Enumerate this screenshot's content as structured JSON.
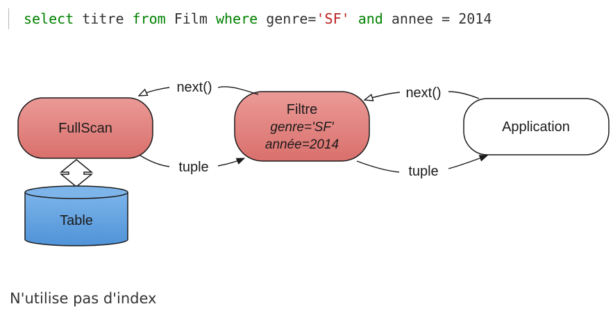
{
  "query": {
    "kw_select": "select",
    "t1": " titre ",
    "kw_from": "from",
    "t2": " Film ",
    "kw_where": "where",
    "t3": " genre=",
    "str_sf": "'SF'",
    "t4": " ",
    "kw_and": "and",
    "t5": " annee = 2014"
  },
  "diagram": {
    "nodes": {
      "fullscan": "FullScan",
      "table": "Table",
      "filtre": {
        "title": "Filtre",
        "line1": "genre='SF'",
        "line2": "année=2014"
      },
      "application": "Application"
    },
    "edges": {
      "next_1": "next()",
      "tuple_1": "tuple",
      "next_2": "next()",
      "tuple_2": "tuple"
    },
    "colors": {
      "operator_fill": "#e07b78",
      "table_fill": "#5b9ee0",
      "app_fill": "#ffffff",
      "stroke": "#1a1a1a"
    }
  },
  "caption": "N'utilise pas d'index"
}
